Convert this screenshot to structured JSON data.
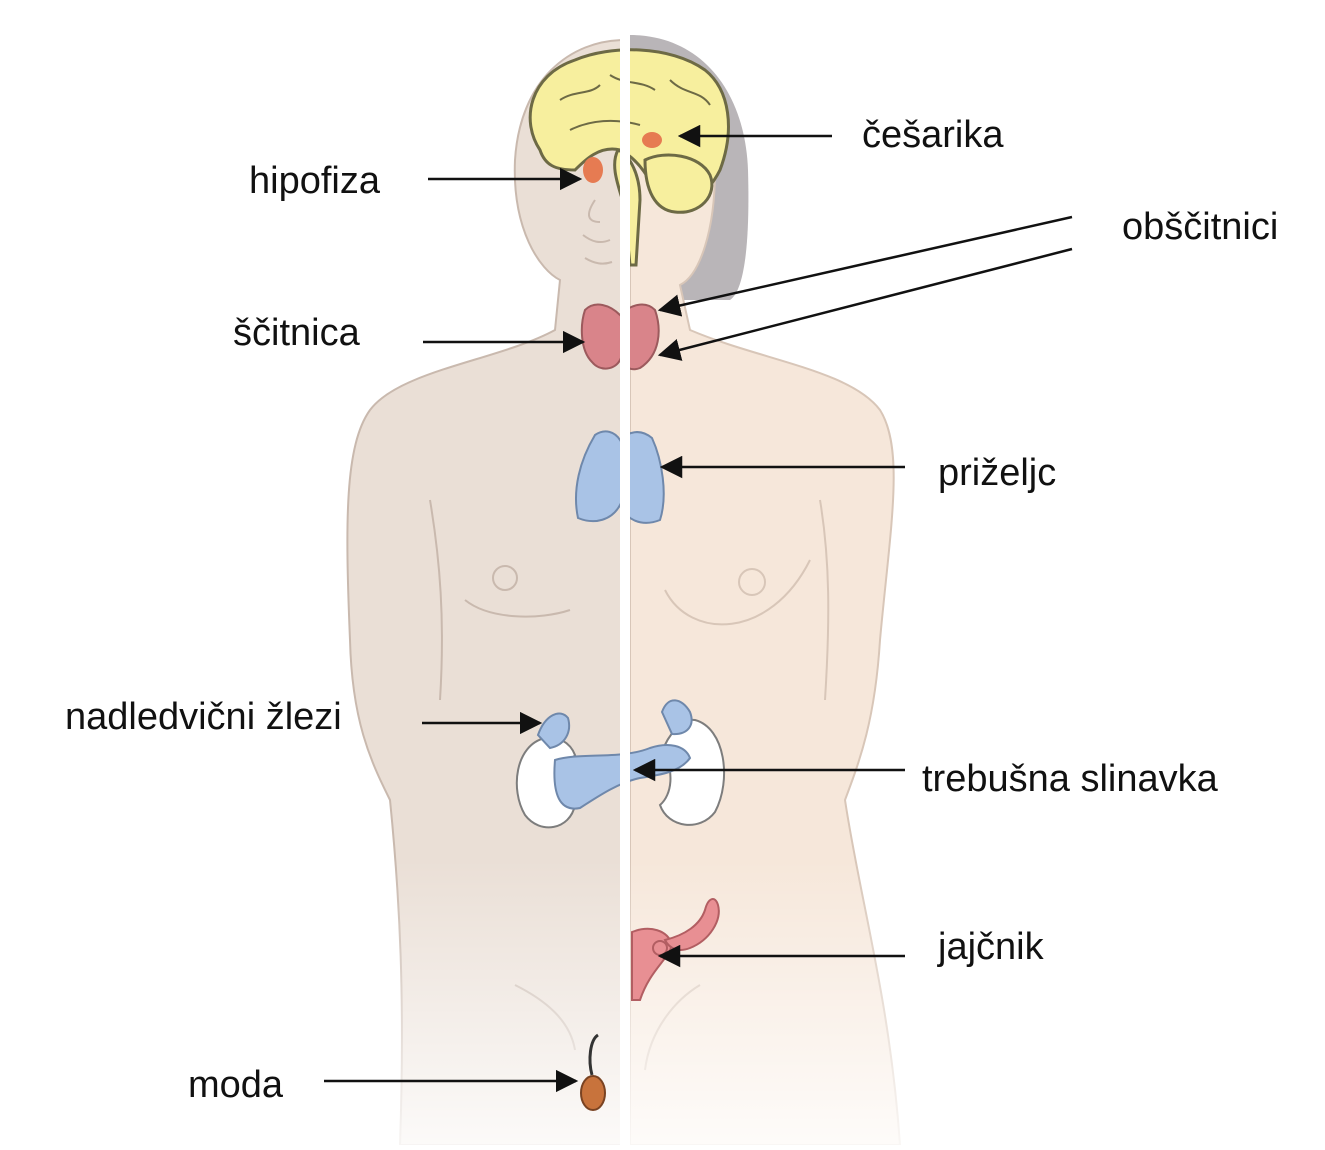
{
  "labels": {
    "hipofiza": "hipofiza",
    "cesarika": "češarika",
    "obscitnici": "obščitnici",
    "scitnica": "ščitnica",
    "prizeljc": "priželjc",
    "nadledvicni": "nadledvični žlezi",
    "trebusna": "trebušna slinavka",
    "jajcnik": "jajčnik",
    "moda": "moda"
  },
  "colors": {
    "male_skin": "#eadfd6",
    "female_skin": "#f6e7da",
    "body_outline": "#c9b9ae",
    "brain": "#f7ef9e",
    "brain_outline": "#6d6a45",
    "hair": "#b9b5b8",
    "thyroid": "#d9848a",
    "thymus": "#a9c3e6",
    "pancreas": "#a9c3e6",
    "kidney": "#ffffff",
    "orange_gland": "#e67b52",
    "testis": "#c8733c",
    "ovary_uterus": "#e88f93",
    "divider": "#ffffff",
    "arrow": "#111111"
  }
}
